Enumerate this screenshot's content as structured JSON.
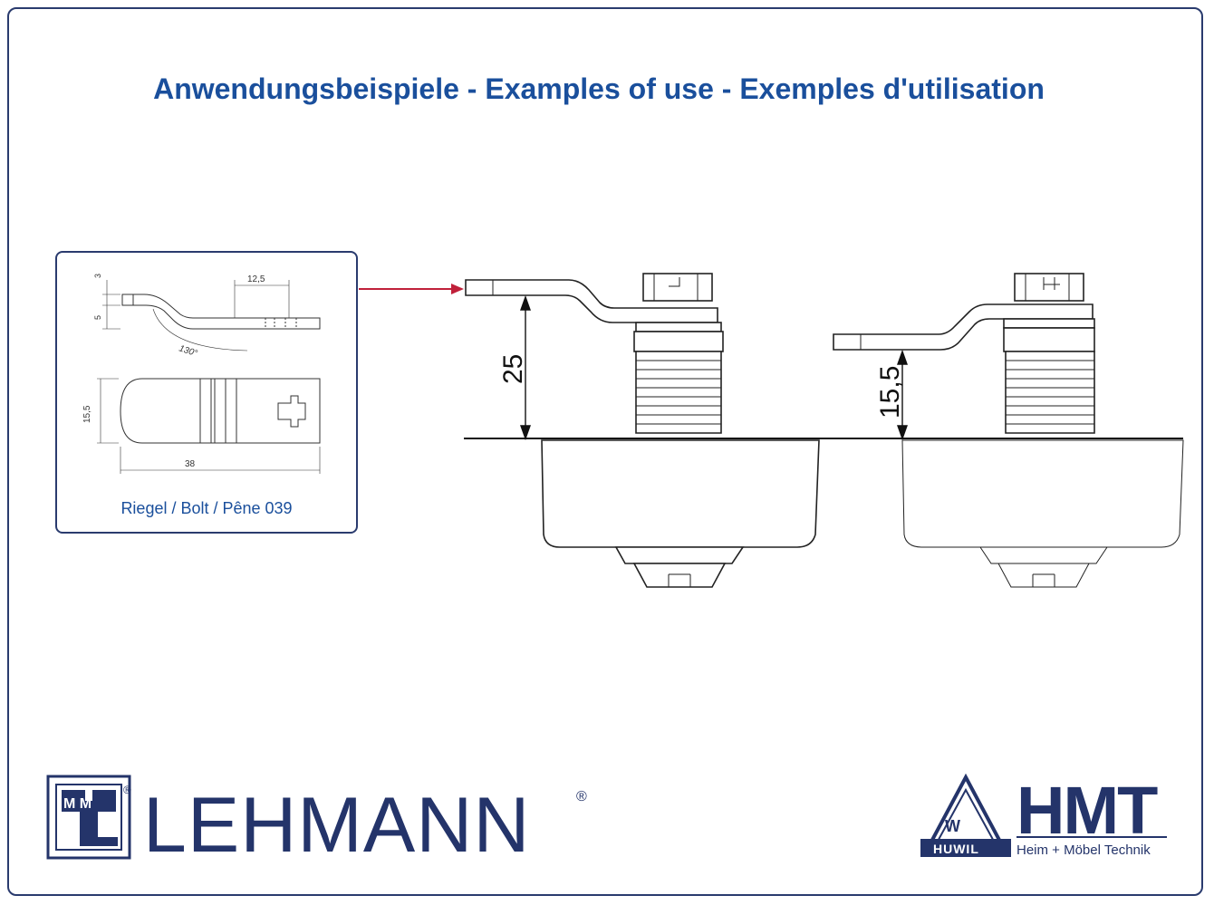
{
  "title": "Anwendungsbeispiele - Examples of use - Exemples d'utilisation",
  "inset": {
    "caption": "Riegel / Bolt / Pêne 039",
    "dims": {
      "d3": "3",
      "d5": "5",
      "d12_5": "12,5",
      "angle": "130°",
      "d15_5": "15,5",
      "d38": "38"
    }
  },
  "examples": [
    {
      "dimension": "25"
    },
    {
      "dimension": "15,5"
    }
  ],
  "logos": {
    "lehmann": {
      "mark": "M M",
      "word": "LEHMANN",
      "registered": "®"
    },
    "hmt": {
      "word": "HMT",
      "badge_letter": "W",
      "badge_text": "HUWIL",
      "subtitle": "Heim + Möbel Technik"
    }
  },
  "colors": {
    "title": "#1a4f9c",
    "frame": "#2a3b6e",
    "arrow": "#c0203a",
    "logo": "#24346a"
  }
}
